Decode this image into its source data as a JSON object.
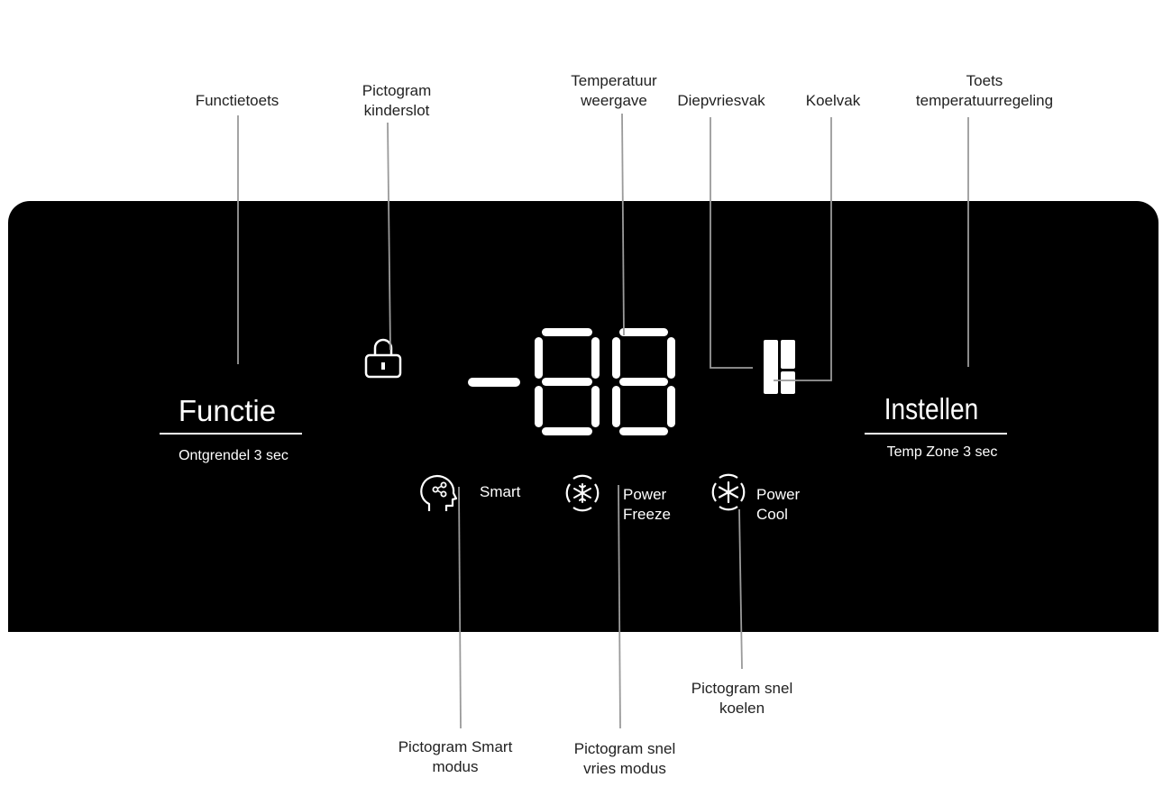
{
  "callouts": {
    "function_key": "Functietoets",
    "child_lock_icon": [
      "Pictogram",
      "kinderslot"
    ],
    "temp_display": [
      "Temperatuur",
      "weergave"
    ],
    "freezer": "Diepvriesvak",
    "fridge": "Koelvak",
    "temp_key": [
      "Toets",
      "temperatuurregeling"
    ],
    "smart_icon": [
      "Pictogram Smart",
      "modus"
    ],
    "freeze_icon": [
      "Pictogram snel",
      "vries modus"
    ],
    "cool_icon": [
      "Pictogram snel",
      "koelen"
    ]
  },
  "panel": {
    "function_button": "Functie",
    "function_sub": "Ontgrendel 3 sec",
    "set_button": "Instellen",
    "set_sub": "Temp Zone 3 sec",
    "display_value": "-88",
    "modes": {
      "smart": "Smart",
      "power_freeze": [
        "Power",
        "Freeze"
      ],
      "power_cool": [
        "Power",
        "Cool"
      ]
    }
  },
  "colors": {
    "panel": "#000000",
    "leader": "#9a9a9a",
    "display": "#ffffff"
  },
  "icons": [
    "lock-icon",
    "smart-head-icon",
    "snowflake-circle-icon",
    "asterisk-circle-icon",
    "zone-indicator-icon"
  ]
}
